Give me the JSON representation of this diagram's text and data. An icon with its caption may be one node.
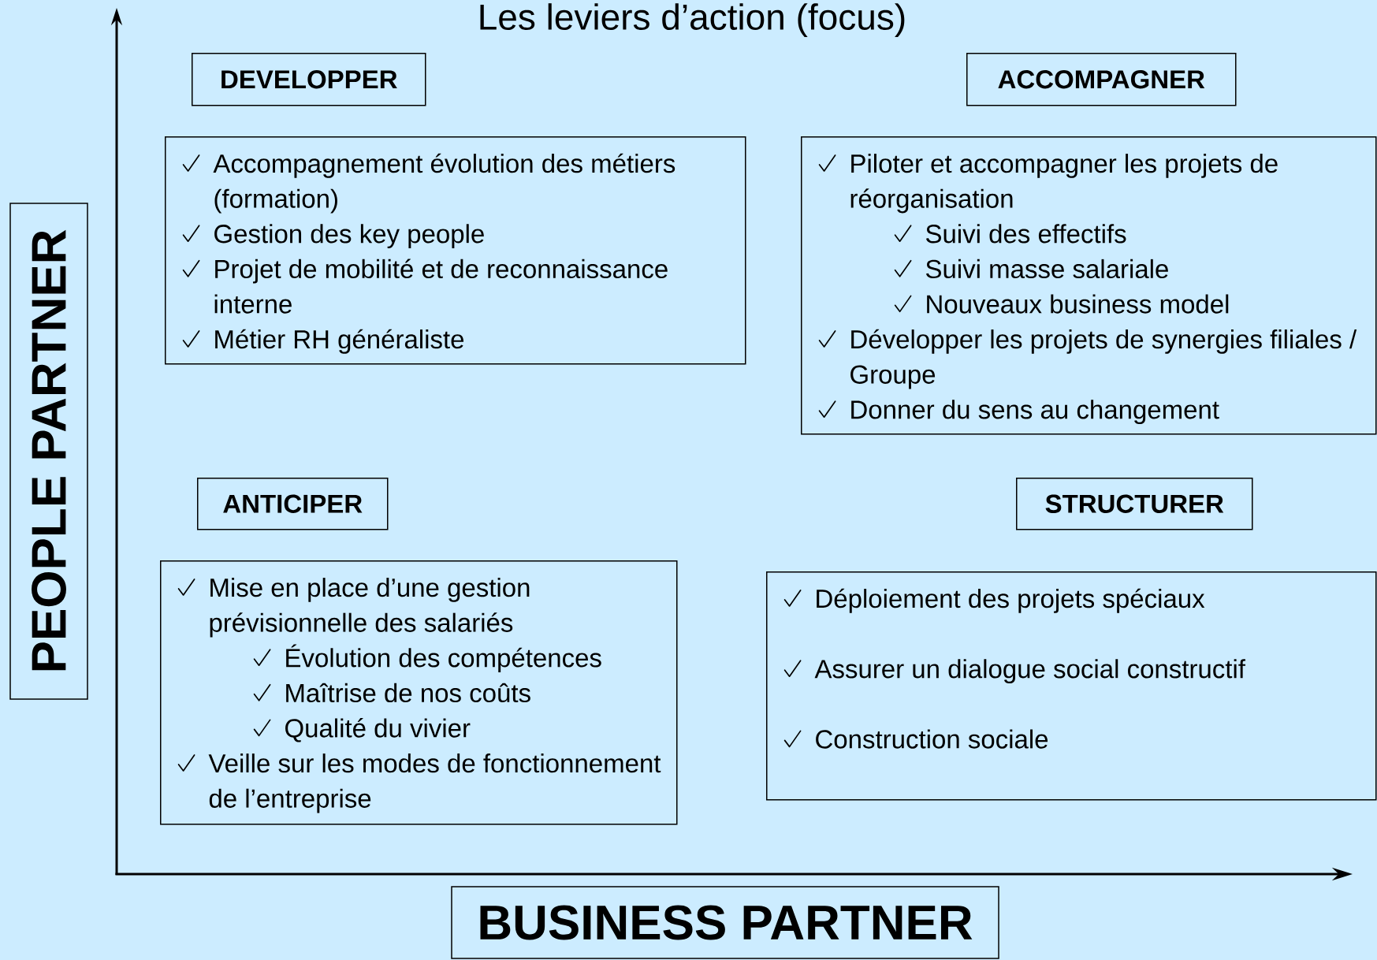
{
  "diagram": {
    "title": "Les leviers d’action (focus)",
    "nodes": [
      {
        "text": [
          "DEVELOPPER"
        ]
      },
      {
        "text": [
          "Accompagnement évolution des métiers (formation)",
          "Gestion des key people",
          "Projet de mobilité et de reconnaissance interne",
          "Métier RH généraliste"
        ]
      },
      {
        "text": [
          "ACCOMPAGNER"
        ]
      },
      {
        "text": [
          "Piloter et accompagner les projets de réorganisation",
          "Suivi des effectifs",
          "Suivi masse salariale",
          "Nouveaux business model",
          "Développer les projets de synergies filiales / Groupe",
          "Donner du sens au changement"
        ]
      },
      {
        "text": [
          "ANTICIPER"
        ]
      },
      {
        "text": [
          "Mise en place d’une gestion prévisionnelle des salariés",
          "Évolution des compétences",
          "Maîtrise de nos coûts",
          "Qualité du vivier",
          "Veille sur les modes de fonctionnement de l’entreprise"
        ]
      },
      {
        "text": [
          "STRUCTURER"
        ]
      },
      {
        "text": [
          "Déploiement des projets spéciaux",
          "Assurer un dialogue social constructif",
          "Construction sociale"
        ]
      },
      {
        "text": [
          "PEOPLE PARTNER"
        ]
      },
      {
        "text": [
          "BUSINESS PARTNER"
        ]
      }
    ]
  }
}
